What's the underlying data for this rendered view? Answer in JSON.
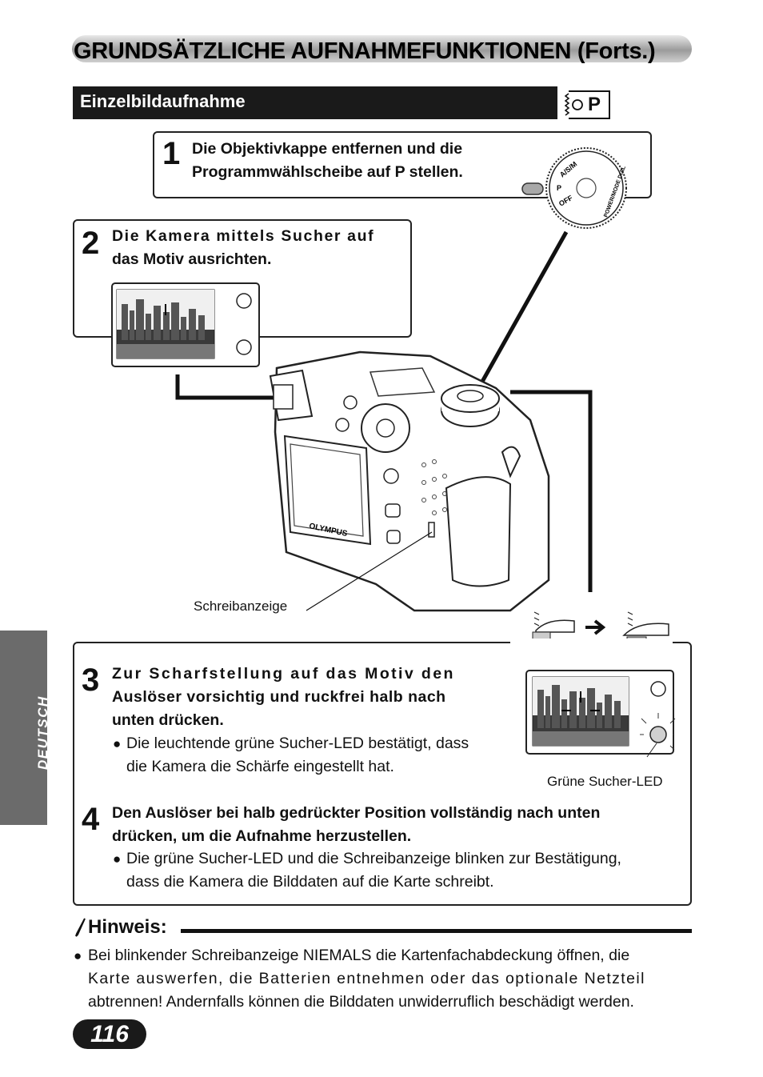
{
  "header": {
    "title": "GRUNDSÄTZLICHE AUFNAHMEFUNKTIONEN (Forts.)"
  },
  "section": {
    "title": "Einzelbildaufnahme",
    "mode_badge": "P"
  },
  "step1": {
    "number": "1",
    "text_line1": "Die Objektivkappe entfernen und die",
    "text_line2": "Programmwählscheibe auf P stellen."
  },
  "step2": {
    "number": "2",
    "text_line1": "Die Kamera mittels Sucher auf",
    "text_line2": "das Motiv ausrichten."
  },
  "dial": {
    "labels": [
      "A/S/M",
      "P",
      "OFF",
      "POWER/MODE DIAL"
    ]
  },
  "camera": {
    "brand": "OLYMPUS",
    "write_indicator_caption": "Schreibanzeige"
  },
  "step3": {
    "number": "3",
    "text_line1": "Zur Scharfstellung auf das Motiv den",
    "text_line2": "Auslöser vorsichtig und ruckfrei halb nach",
    "text_line3": "unten drücken.",
    "bullet_line1": "Die leuchtende grüne Sucher-LED bestätigt, dass",
    "bullet_line2": "die Kamera die Schärfe eingestellt hat.",
    "led_caption": "Grüne Sucher-LED"
  },
  "step4": {
    "number": "4",
    "text_line1": "Den Auslöser bei halb gedrückter Position vollständig nach unten",
    "text_line2": "drücken, um die Aufnahme herzustellen.",
    "bullet_line1": "Die grüne Sucher-LED und die Schreibanzeige blinken zur Bestätigung,",
    "bullet_line2": "dass die Kamera die Bilddaten auf die Karte schreibt."
  },
  "hint": {
    "label": "Hinweis:",
    "line1": "Bei blinkender Schreibanzeige NIEMALS die Kartenfachabdeckung öffnen, die",
    "line2": "Karte auswerfen, die Batterien entnehmen oder das optionale Netzteil",
    "line3": "abtrennen! Andernfalls können die Bilddaten unwiderruflich beschädigt werden."
  },
  "side_tab": {
    "text": "DEUTSCH"
  },
  "page": {
    "number": "116"
  }
}
